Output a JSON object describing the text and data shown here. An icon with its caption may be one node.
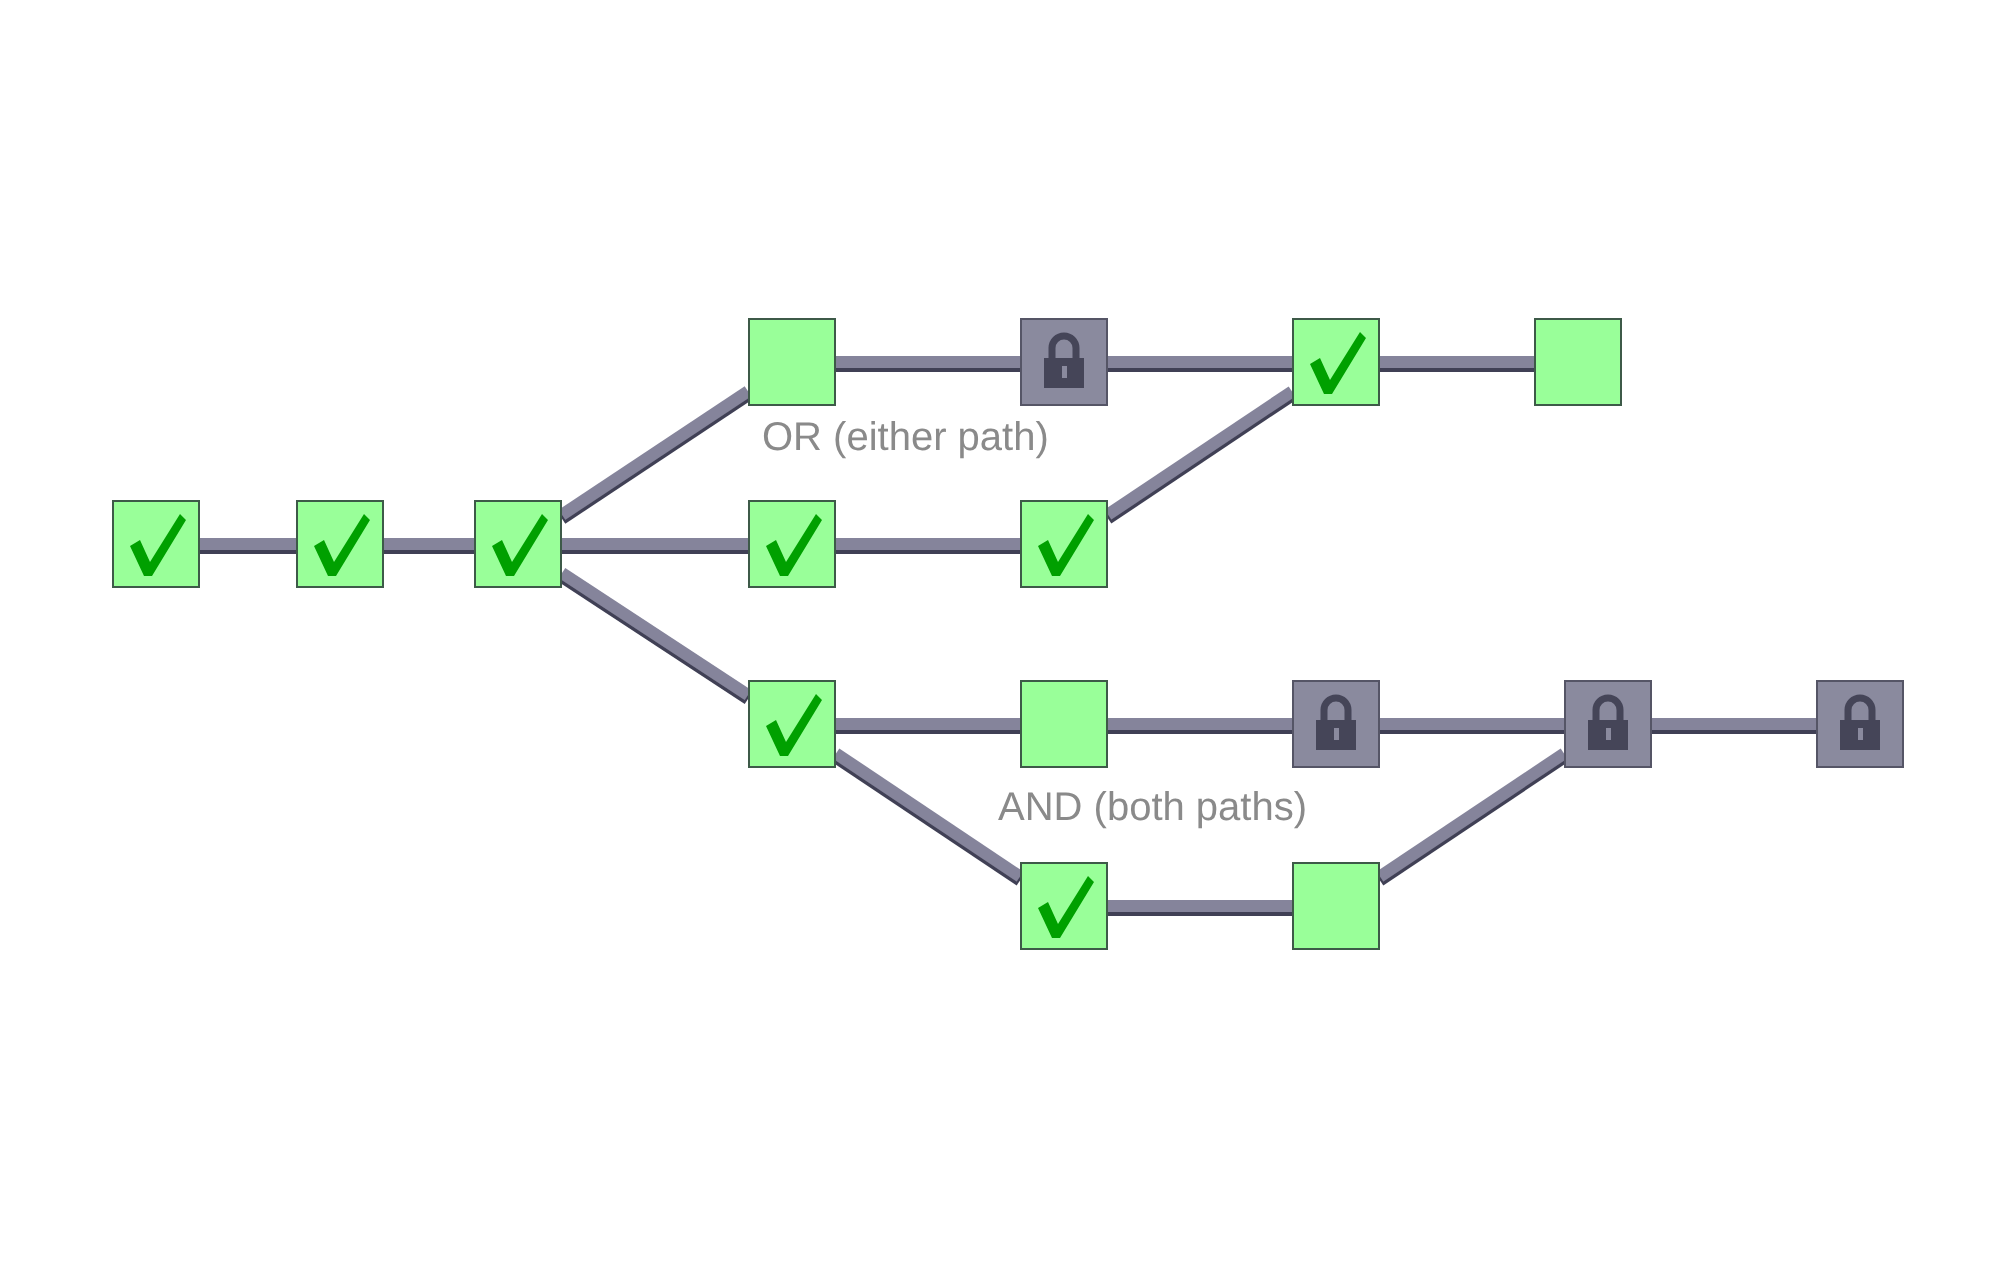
{
  "diagram": {
    "nodes": [
      {
        "text": [],
        "shape": "check"
      },
      {
        "text": [],
        "shape": "check"
      },
      {
        "text": [],
        "shape": "check"
      },
      {
        "text": [],
        "shape": "box"
      },
      {
        "text": [],
        "shape": "lock"
      },
      {
        "text": [],
        "shape": "check"
      },
      {
        "text": [],
        "shape": "box"
      },
      {
        "text": [],
        "shape": "check"
      },
      {
        "text": [],
        "shape": "check"
      },
      {
        "text": [],
        "shape": "check"
      },
      {
        "text": [],
        "shape": "box"
      },
      {
        "text": [],
        "shape": "lock"
      },
      {
        "text": [],
        "shape": "lock"
      },
      {
        "text": [],
        "shape": "lock"
      },
      {
        "text": [],
        "shape": "check"
      },
      {
        "text": [],
        "shape": "box"
      }
    ],
    "edges": [
      {
        "from": 0,
        "to": 1,
        "arrow": "none"
      },
      {
        "from": 1,
        "to": 2,
        "arrow": "none"
      },
      {
        "from": 2,
        "to": 3,
        "arrow": "none"
      },
      {
        "from": 2,
        "to": 7,
        "arrow": "none"
      },
      {
        "from": 2,
        "to": 9,
        "arrow": "none"
      },
      {
        "from": 3,
        "to": 4,
        "arrow": "none"
      },
      {
        "from": 4,
        "to": 5,
        "arrow": "none"
      },
      {
        "from": 5,
        "to": 6,
        "arrow": "none"
      },
      {
        "from": 7,
        "to": 8,
        "arrow": "none"
      },
      {
        "from": 8,
        "to": 5,
        "arrow": "none"
      },
      {
        "from": 9,
        "to": 10,
        "arrow": "none"
      },
      {
        "from": 10,
        "to": 11,
        "arrow": "none"
      },
      {
        "from": 11,
        "to": 12,
        "arrow": "none"
      },
      {
        "from": 12,
        "to": 13,
        "arrow": "none"
      },
      {
        "from": 9,
        "to": 14,
        "arrow": "none"
      },
      {
        "from": 14,
        "to": 15,
        "arrow": "none"
      },
      {
        "from": 15,
        "to": 12,
        "arrow": "none"
      }
    ],
    "labels": [
      "OR (either path)",
      "AND (both paths)"
    ]
  }
}
